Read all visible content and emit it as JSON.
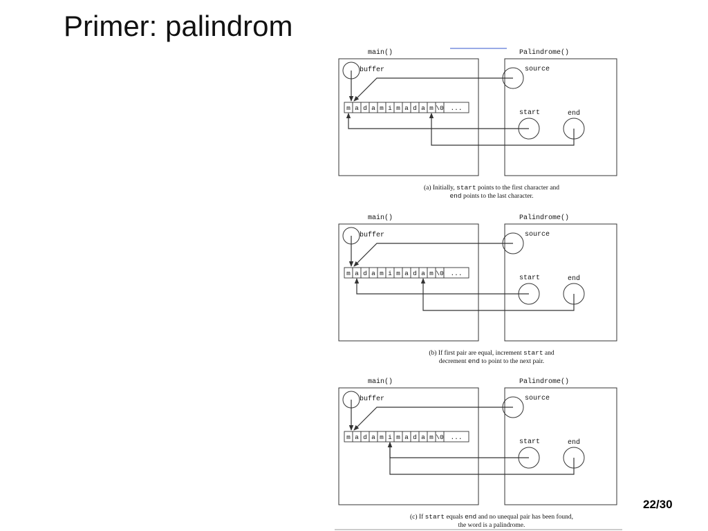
{
  "slide": {
    "title": "Primer: palindrom",
    "page_number": "22/30"
  },
  "colors": {
    "line": "#333333",
    "text": "#111111",
    "link_underline": "#3355cc"
  },
  "buffer_chars": [
    "m",
    "a",
    "d",
    "a",
    "m",
    "i",
    "m",
    "a",
    "d",
    "a",
    "m",
    "\\0",
    "..."
  ],
  "panels": [
    {
      "id": "a",
      "main_label": "main()",
      "palindrome_label": "Palindrome()",
      "buffer_label": "buffer",
      "source_label": "source",
      "start_label": "start",
      "end_label": "end",
      "start_index": 0,
      "end_index": 10,
      "caption_line1": [
        {
          "text": "(a) Initially, ",
          "code": false
        },
        {
          "text": "start",
          "code": true
        },
        {
          "text": " points to the first character and",
          "code": false
        }
      ],
      "caption_line2": [
        {
          "text": "end",
          "code": true
        },
        {
          "text": " points to the last character.",
          "code": false
        }
      ]
    },
    {
      "id": "b",
      "main_label": "main()",
      "palindrome_label": "Palindrome()",
      "buffer_label": "buffer",
      "source_label": "source",
      "start_label": "start",
      "end_label": "end",
      "start_index": 1,
      "end_index": 9,
      "caption_line1": [
        {
          "text": "(b) If first pair are equal, increment ",
          "code": false
        },
        {
          "text": "start",
          "code": true
        },
        {
          "text": " and",
          "code": false
        }
      ],
      "caption_line2": [
        {
          "text": "decrement ",
          "code": false
        },
        {
          "text": "end",
          "code": true
        },
        {
          "text": " to point to the next pair.",
          "code": false
        }
      ]
    },
    {
      "id": "c",
      "main_label": "main()",
      "palindrome_label": "Palindrome()",
      "buffer_label": "buffer",
      "source_label": "source",
      "start_label": "start",
      "end_label": "end",
      "start_index": 5,
      "end_index": 5,
      "caption_line1": [
        {
          "text": "(c) If ",
          "code": false
        },
        {
          "text": "start",
          "code": true
        },
        {
          "text": " equals ",
          "code": false
        },
        {
          "text": "end",
          "code": true
        },
        {
          "text": " and no unequal pair has been found,",
          "code": false
        }
      ],
      "caption_line2": [
        {
          "text": "the word is a palindrome.",
          "code": false
        }
      ]
    }
  ]
}
